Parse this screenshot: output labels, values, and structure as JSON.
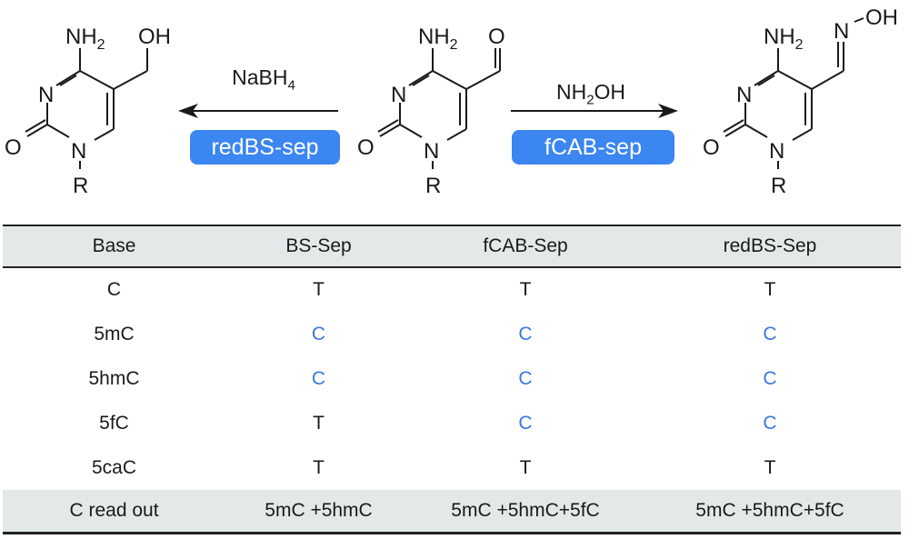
{
  "scheme": {
    "molecules": [
      {
        "id": "hmC",
        "substituent_label": "OH",
        "amino_label": "NH",
        "amino_sub": "2",
        "ring_atoms": [
          "N",
          "O",
          "N",
          "R"
        ]
      },
      {
        "id": "fC",
        "substituent_label": "O",
        "amino_label": "NH",
        "amino_sub": "2",
        "ring_atoms": [
          "N",
          "O",
          "N",
          "R"
        ]
      },
      {
        "id": "oxime",
        "substituent_label_n": "N",
        "substituent_label_oh": "OH",
        "amino_label": "NH",
        "amino_sub": "2",
        "ring_atoms": [
          "N",
          "O",
          "N",
          "R"
        ]
      }
    ],
    "left_reaction": {
      "reagent": "NaBH",
      "reagent_sub": "4",
      "method": "redBS-sep",
      "direction": "left"
    },
    "right_reaction": {
      "reagent_pre": "NH",
      "reagent_sub": "2",
      "reagent_post": "OH",
      "method": "fCAB-sep",
      "direction": "right"
    },
    "method_box_color": "#3b86f0"
  },
  "table": {
    "headers": [
      "Base",
      "BS-Sep",
      "fCAB-Sep",
      "redBS-Sep"
    ],
    "rows": [
      {
        "base": "C",
        "values": [
          {
            "v": "T",
            "color": "black"
          },
          {
            "v": "T",
            "color": "black"
          },
          {
            "v": "T",
            "color": "black"
          }
        ]
      },
      {
        "base": "5mC",
        "values": [
          {
            "v": "C",
            "color": "blue"
          },
          {
            "v": "C",
            "color": "blue"
          },
          {
            "v": "C",
            "color": "blue"
          }
        ]
      },
      {
        "base": "5hmC",
        "values": [
          {
            "v": "C",
            "color": "blue"
          },
          {
            "v": "C",
            "color": "blue"
          },
          {
            "v": "C",
            "color": "blue"
          }
        ]
      },
      {
        "base": "5fC",
        "values": [
          {
            "v": "T",
            "color": "black"
          },
          {
            "v": "C",
            "color": "blue"
          },
          {
            "v": "C",
            "color": "blue"
          }
        ]
      },
      {
        "base": "5caC",
        "values": [
          {
            "v": "T",
            "color": "black"
          },
          {
            "v": "T",
            "color": "black"
          },
          {
            "v": "T",
            "color": "black"
          }
        ]
      }
    ],
    "footer": [
      "C read out",
      "5mC +5hmC",
      "5mC +5hmC+5fC",
      "5mC +5hmC+5fC"
    ],
    "colors": {
      "blue": "#3b78e0",
      "black": "#1a1a1a",
      "header_bg": "#e3e8e9"
    }
  }
}
